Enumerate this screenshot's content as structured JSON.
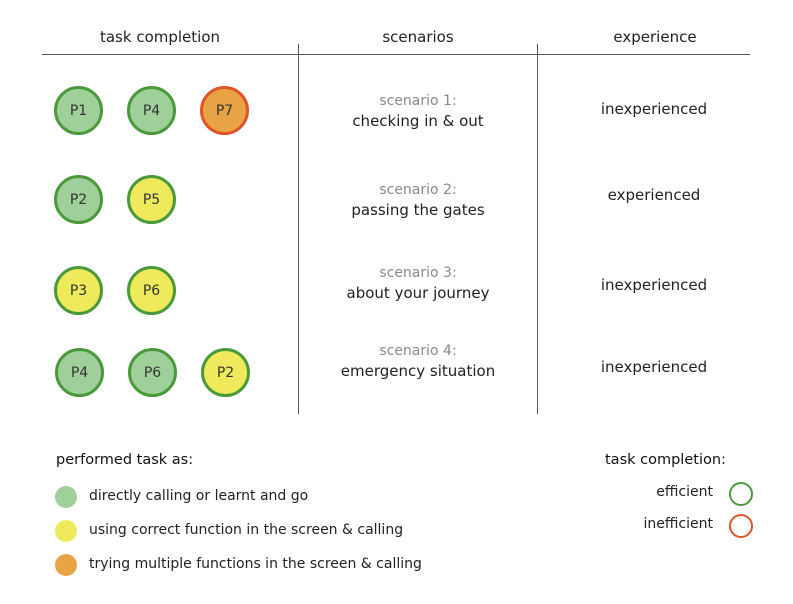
{
  "headers": {
    "task_completion": "task completion",
    "scenarios": "scenarios",
    "experience": "experience"
  },
  "rows": [
    {
      "participants": [
        {
          "label": "P1",
          "fill": "#9fd09a",
          "border": "#4a9a3c"
        },
        {
          "label": "P4",
          "fill": "#9fd09a",
          "border": "#4a9a3c"
        },
        {
          "label": "P7",
          "fill": "#e8a444",
          "border": "#e0542a"
        }
      ],
      "scenario_title": "scenario 1:",
      "scenario_name": "checking in & out",
      "experience": "inexperienced"
    },
    {
      "participants": [
        {
          "label": "P2",
          "fill": "#9fd09a",
          "border": "#4a9a3c"
        },
        {
          "label": "P5",
          "fill": "#eeea5c",
          "border": "#4a9a3c"
        }
      ],
      "scenario_title": "scenario 2:",
      "scenario_name": "passing the gates",
      "experience": "experienced"
    },
    {
      "participants": [
        {
          "label": "P3",
          "fill": "#eeea5c",
          "border": "#4a9a3c"
        },
        {
          "label": "P6",
          "fill": "#eeea5c",
          "border": "#4a9a3c"
        }
      ],
      "scenario_title": "scenario 3:",
      "scenario_name": "about your journey",
      "experience": "inexperienced"
    },
    {
      "participants": [
        {
          "label": "P4",
          "fill": "#9fd09a",
          "border": "#4a9a3c"
        },
        {
          "label": "P6",
          "fill": "#9fd09a",
          "border": "#4a9a3c"
        },
        {
          "label": "P2",
          "fill": "#eeea5c",
          "border": "#4a9a3c"
        }
      ],
      "scenario_title": "scenario 4:",
      "scenario_name": "emergency situation",
      "experience": "inexperienced"
    }
  ],
  "legend_performed": {
    "title": "performed task as:",
    "items": [
      {
        "label": "directly calling or learnt and go",
        "color": "#9fd09a"
      },
      {
        "label": "using correct function in the screen & calling",
        "color": "#eeea5c"
      },
      {
        "label": "trying multiple functions in the screen & calling",
        "color": "#e8a444"
      }
    ]
  },
  "legend_completion": {
    "title": "task completion:",
    "items": [
      {
        "label": "efficient",
        "color": "#4a9a3c"
      },
      {
        "label": "inefficient",
        "color": "#e0542a"
      }
    ]
  }
}
